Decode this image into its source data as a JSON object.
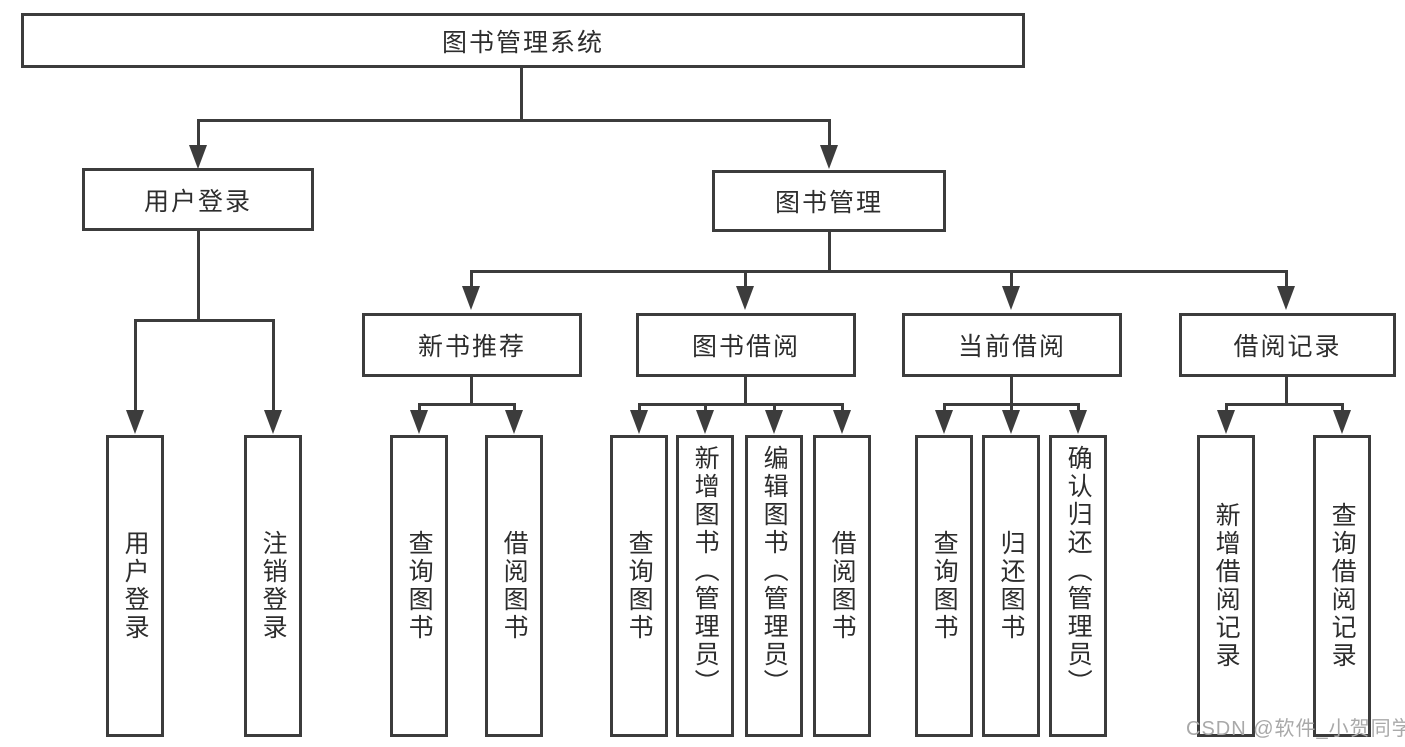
{
  "colors": {
    "line": "#3c3c3c",
    "text": "#2d2d2d",
    "watermark": "#a9a9a9",
    "background": "#ffffff"
  },
  "tree": {
    "label": "图书管理系统",
    "children": [
      {
        "label": "用户登录",
        "children": [
          {
            "label": "用户登录"
          },
          {
            "label": "注销登录"
          }
        ]
      },
      {
        "label": "图书管理",
        "children": [
          {
            "label": "新书推荐",
            "children": [
              {
                "label": "查询图书"
              },
              {
                "label": "借阅图书"
              }
            ]
          },
          {
            "label": "图书借阅",
            "children": [
              {
                "label": "查询图书"
              },
              {
                "label": "新增图书（管理员）"
              },
              {
                "label": "编辑图书（管理员）"
              },
              {
                "label": "借阅图书"
              }
            ]
          },
          {
            "label": "当前借阅",
            "children": [
              {
                "label": "查询图书"
              },
              {
                "label": "归还图书"
              },
              {
                "label": "确认归还（管理员）"
              }
            ]
          },
          {
            "label": "借阅记录",
            "children": [
              {
                "label": "新增借阅记录"
              },
              {
                "label": "查询借阅记录"
              }
            ]
          }
        ]
      }
    ]
  },
  "watermark": {
    "text": "CSDN @软件_小贺同学"
  }
}
